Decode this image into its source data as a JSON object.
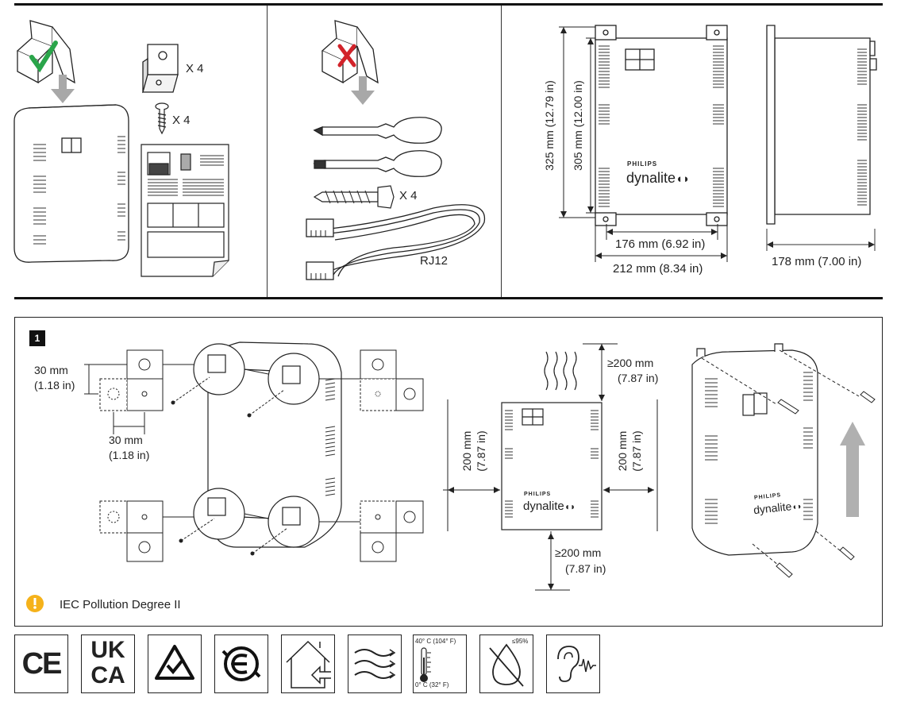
{
  "panel_top": {
    "box_contents": {
      "bracket_qty": "X 4",
      "screw_qty": "X 4"
    },
    "not_included": {
      "screw_qty": "X 4",
      "cable_label": "RJ12"
    },
    "dimensions": {
      "height_outer": "325 mm (12.79 in)",
      "height_inner": "305 mm (12.00 in)",
      "width_inner": "176 mm (6.92 in)",
      "width_outer": "212 mm (8.34 in)",
      "depth": "178 mm (7.00 in)",
      "brand_small": "PHILIPS",
      "brand_large": "dynalite"
    }
  },
  "step1": {
    "number": "1",
    "bracket_offset_v_mm": "30 mm",
    "bracket_offset_v_in": "(1.18 in)",
    "bracket_offset_h_mm": "30 mm",
    "bracket_offset_h_in": "(1.18 in)",
    "clearance_top_mm": "≥200 mm",
    "clearance_top_in": "(7.87 in)",
    "clearance_left_mm": "200 mm",
    "clearance_left_in": "(7.87 in)",
    "clearance_right_mm": "200 mm",
    "clearance_right_in": "(7.87 in)",
    "clearance_bottom_mm": "≥200 mm",
    "clearance_bottom_in": "(7.87 in)",
    "brand_small": "PHILIPS",
    "brand_large": "dynalite",
    "note": "IEC Pollution Degree II"
  },
  "footer_icons": {
    "ce": "CE",
    "ukca_top": "UK",
    "ukca_bottom": "CA",
    "temp_max": "40° C (104° F)",
    "temp_min": "0° C (32° F)",
    "humidity": "≤95%"
  },
  "icons": [
    "check-icon",
    "cross-icon",
    "warning-icon",
    "ce-mark-icon",
    "ukca-mark-icon",
    "rcm-mark-icon",
    "eac-mark-icon",
    "indoor-use-icon",
    "airflow-icon",
    "thermometer-icon",
    "humidity-icon",
    "noise-icon"
  ],
  "colors": {
    "check": "#2aa54a",
    "cross": "#d2232a",
    "warning": "#f5b21a",
    "arrow": "#a0a0a0",
    "rule": "#111111"
  }
}
